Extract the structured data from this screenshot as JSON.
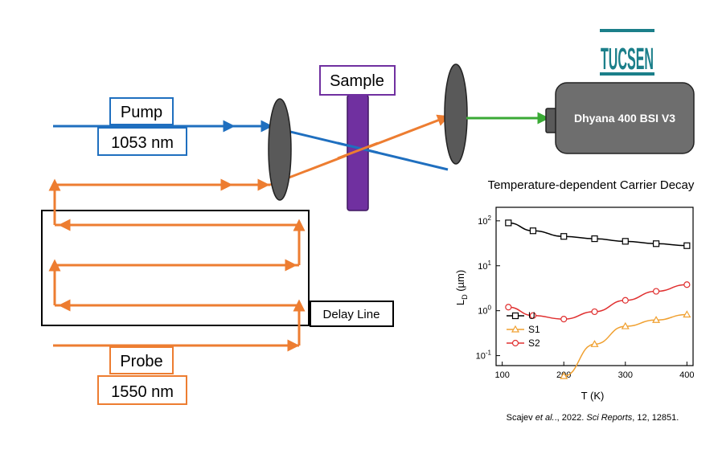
{
  "labels": {
    "pump": "Pump",
    "pump_wavelength": "1053 nm",
    "probe": "Probe",
    "probe_wavelength": "1550 nm",
    "sample": "Sample",
    "delay_line": "Delay Line",
    "camera": "Dhyana 400 BSI V3",
    "brand_logo": "TUCSEN"
  },
  "colors": {
    "pump_beam": "#1f6fbf",
    "probe_beam": "#ed7d31",
    "signal_beam": "#3aaa35",
    "sample": "#7030a0",
    "lens": "#595959",
    "camera_body": "#6e6e6e",
    "logo": "#1b7f8a"
  },
  "citation": {
    "authors": "Scajev",
    "etal": "et al.",
    "year_text": "., 2022. ",
    "journal": "Sci Reports",
    "rest": ", 12, 12851."
  },
  "chart_data": {
    "type": "line",
    "title": "Temperature-dependent Carrier Decay",
    "xlabel": "T (K)",
    "ylabel": "L_D (µm)",
    "xlim": [
      90,
      410
    ],
    "ylim": [
      0.06,
      200
    ],
    "y_scale": "log",
    "x_ticks": [
      100,
      200,
      300,
      400
    ],
    "y_ticks": [
      "10^2",
      "10^1",
      "10^0",
      "10^-1"
    ],
    "legend_position": "lower-left",
    "grid": false,
    "series": [
      {
        "name": "U",
        "color": "#000000",
        "marker": "square",
        "x": [
          110,
          150,
          200,
          250,
          300,
          350,
          400
        ],
        "y": [
          90,
          60,
          45,
          40,
          35,
          31,
          28
        ]
      },
      {
        "name": "S1",
        "color": "#f0a030",
        "marker": "triangle",
        "x": [
          200,
          250,
          300,
          350,
          400
        ],
        "y": [
          0.035,
          0.18,
          0.45,
          0.62,
          0.82
        ]
      },
      {
        "name": "S2",
        "color": "#e03030",
        "marker": "circle",
        "x": [
          110,
          150,
          200,
          250,
          300,
          350,
          400
        ],
        "y": [
          1.2,
          0.78,
          0.65,
          0.95,
          1.7,
          2.7,
          3.8
        ]
      }
    ]
  }
}
